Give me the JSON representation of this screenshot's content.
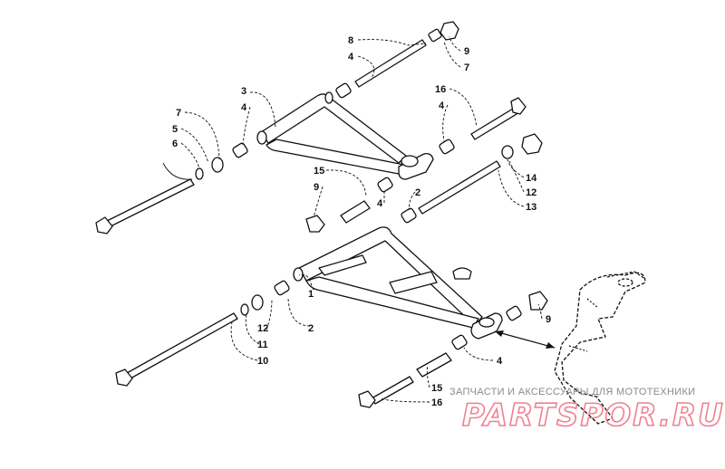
{
  "callouts": {
    "c8": "8",
    "c4a": "4",
    "c9a": "9",
    "c7a": "7",
    "c3": "3",
    "c4b": "4",
    "c7b": "7",
    "c5": "5",
    "c6": "6",
    "c16a": "16",
    "c4c": "4",
    "c15a": "15",
    "c9b": "9",
    "c4d": "4",
    "c2a": "2",
    "c14": "14",
    "c12a": "12",
    "c13": "13",
    "c1": "1",
    "c2b": "2",
    "c12b": "12",
    "c11": "11",
    "c10": "10",
    "c9c": "9",
    "c4e": "4",
    "c15b": "15",
    "c16b": "16"
  },
  "watermark": {
    "caption": "ЗАПЧАСТИ И АКСЕССУАРЫ ДЛЯ МОТОТЕХНИКИ",
    "logo": "PARTSPOR.RU"
  }
}
